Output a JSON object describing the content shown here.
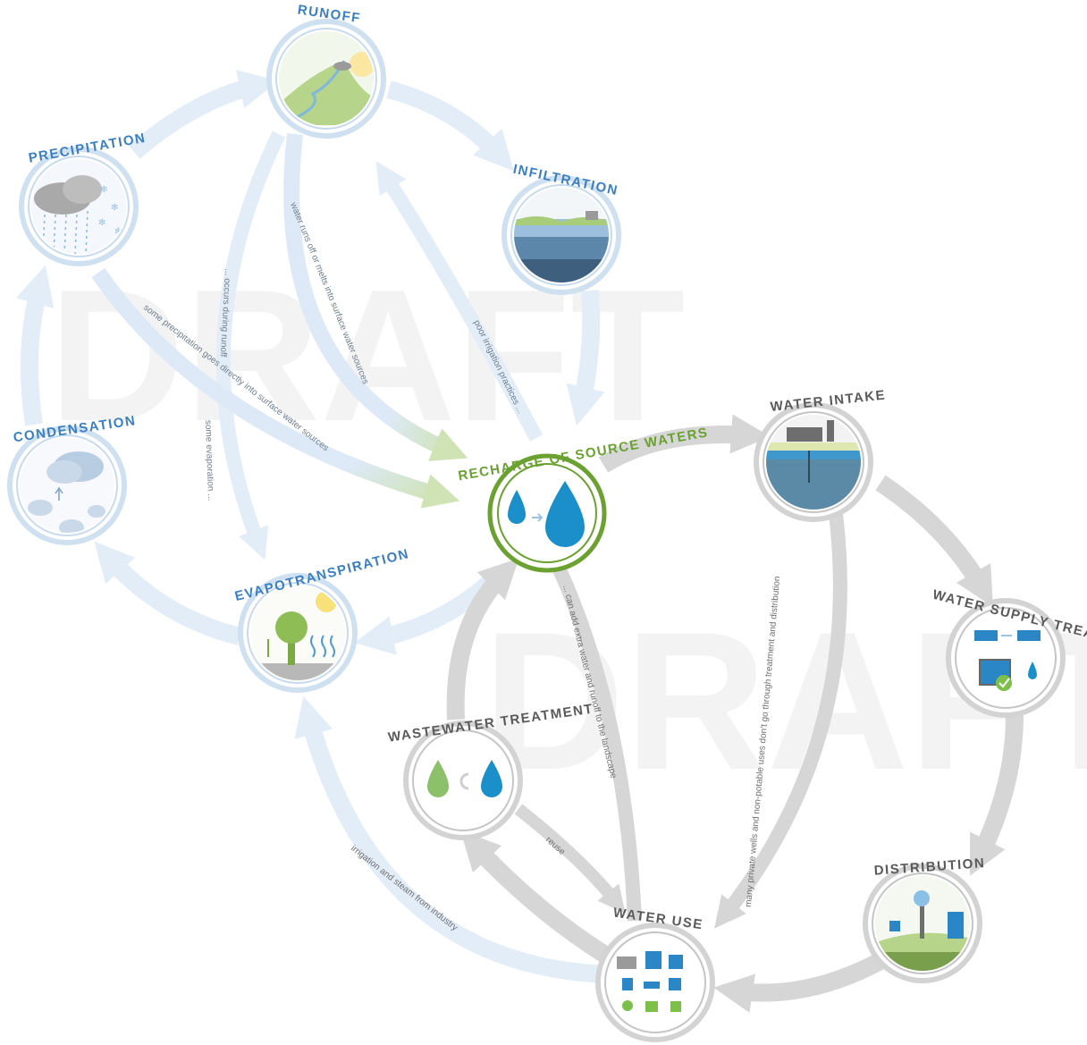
{
  "watermark": "DRAFT",
  "colors": {
    "natural_ring": "#cfdff0",
    "natural_arrow": "#e4eef8",
    "natural_title": "#3a7fc0",
    "built_ring": "#c8c8c8",
    "built_arrow": "#d9d9d9",
    "built_title": "#5a5a5a",
    "center_ring": "#6aa131",
    "water_blue": "#1b8fc9"
  },
  "nodes": {
    "runoff": "RUNOFF",
    "precipitation": "PRECIPITATION",
    "infiltration": "INFILTRATION",
    "condensation": "CONDENSATION",
    "evapotranspiration": "EVAPOTRANSPIRATION",
    "recharge": "RECHARGE OF SOURCE WATERS",
    "water_intake": "WATER INTAKE",
    "water_supply_treatment": "WATER SUPPLY TREATMENT",
    "distribution": "DISTRIBUTION",
    "water_use": "WATER USE",
    "wastewater_treatment": "WASTEWATER TREATMENT"
  },
  "flow_labels": {
    "precip_to_recharge": "some precipitation goes directly into surface water sources",
    "occurs_during_runoff": "... occurs during runoff",
    "some_evaporation": "some evaporation ...",
    "runoff_to_recharge": "water runs off or melts into surface water sources",
    "poor_irrigation": "poor irrigation practices ...",
    "extra_water": "... can add extra water and runoff to the landscape",
    "private_wells": "many private wells and non-potable uses don't go through treatment and distribution",
    "reuse": "reuse",
    "irrigation_steam": "irrigation and steam from industry"
  }
}
